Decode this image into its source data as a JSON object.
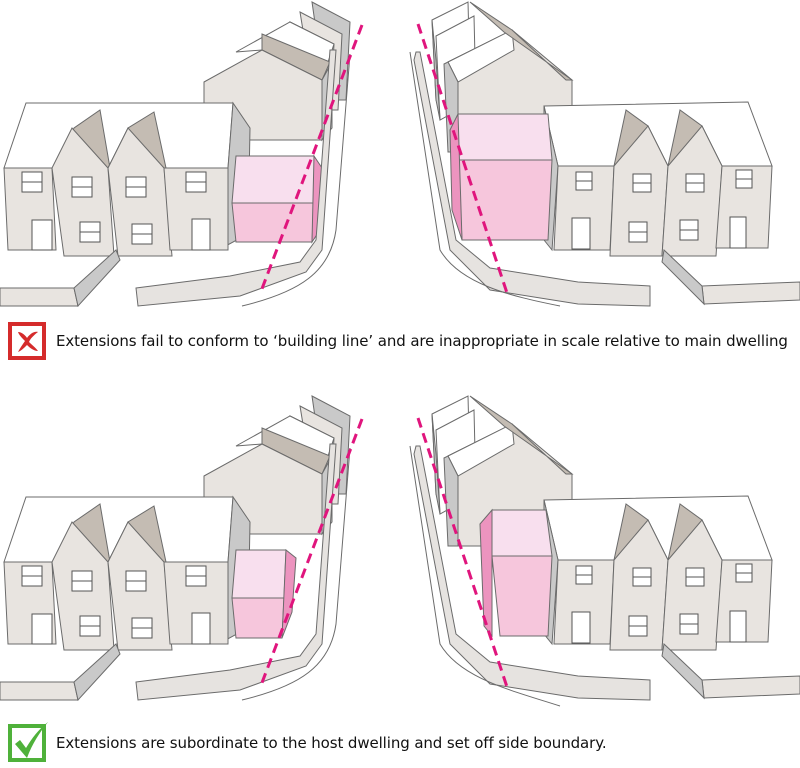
{
  "colors": {
    "wall": "#e8e4e0",
    "wall_side": "#c9c9c9",
    "roof_dark": "#c4bcb3",
    "roof_top": "#ffffff",
    "outline": "#6b6b6b",
    "ext_light": "#f8dfee",
    "ext_mid": "#f6c6dc",
    "ext_dark": "#ec94bf",
    "boundary_line": "#e0157d",
    "bad": "#d52b2b",
    "good": "#4fb13a"
  },
  "examples": [
    {
      "verdict": "bad",
      "icon": "red-cross-icon",
      "caption": "Extensions fail to conform to ‘building line’ and are inappropriate in scale relative to main dwelling",
      "panels": [
        "left-corner-oversized-extension",
        "right-corner-oversized-extension"
      ]
    },
    {
      "verdict": "good",
      "icon": "green-check-icon",
      "caption": "Extensions are subordinate to the host dwelling and set off side boundary.",
      "panels": [
        "left-corner-subordinate-extension",
        "right-corner-subordinate-extension"
      ]
    }
  ]
}
